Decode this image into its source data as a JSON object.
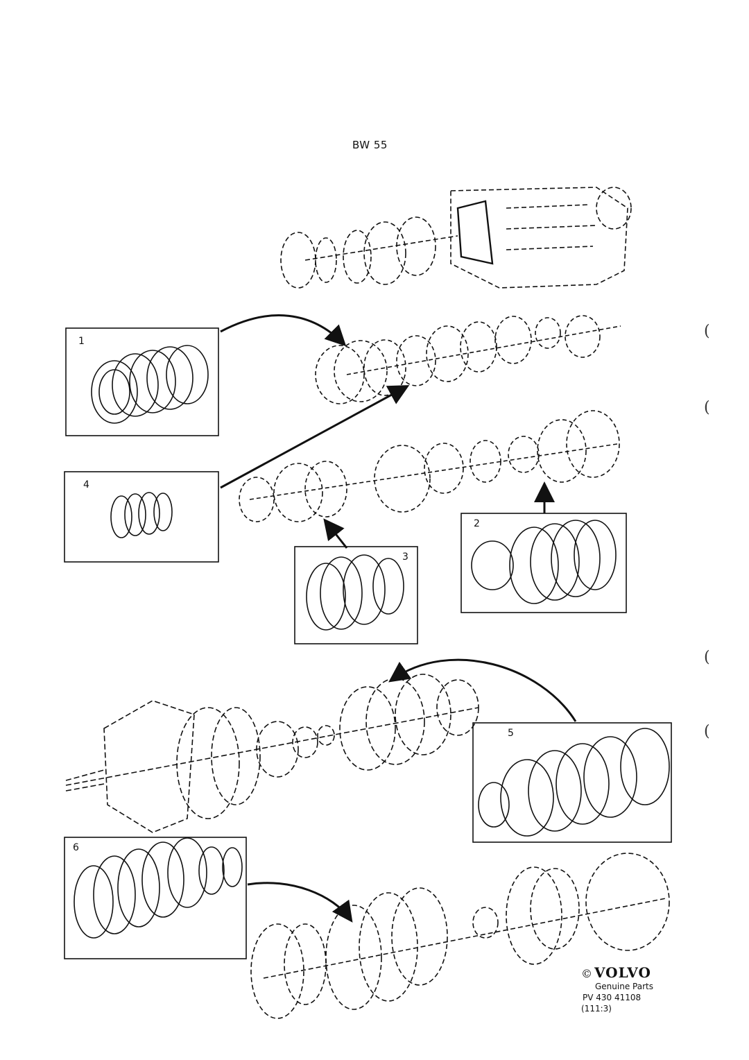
{
  "title": "BW 55",
  "inset_labels": [
    "1",
    "2",
    "3",
    "4",
    "5",
    "6"
  ],
  "margin_marks": [
    "(",
    "(",
    "(",
    "("
  ],
  "brand": {
    "copyright_symbol": "©",
    "logo": "VOLVO",
    "tagline": "Genuine Parts",
    "part_number": "PV 430 41108",
    "reference": "(111:3)"
  }
}
